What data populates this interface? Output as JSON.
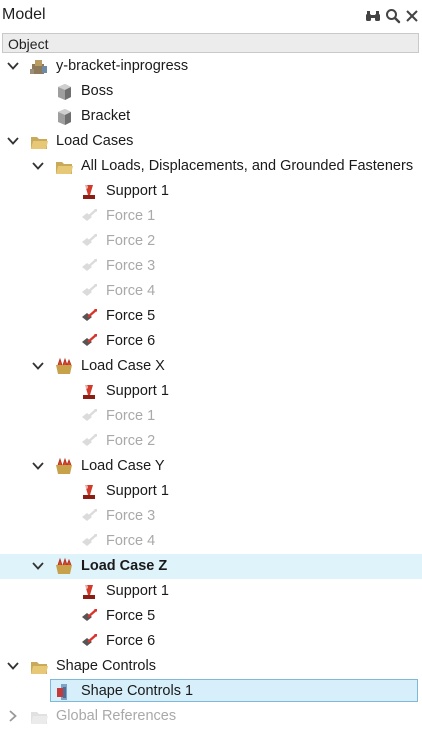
{
  "panel": {
    "title": "Model",
    "toolbar_icons": [
      "binoculars-icon",
      "search-icon",
      "close-icon"
    ]
  },
  "tree_header": {
    "column_label": "Object"
  },
  "tree": [
    {
      "label": "y-bracket-inprogress",
      "depth": 0,
      "chevron": "expanded",
      "icon": "assembly-icon",
      "state": "normal"
    },
    {
      "label": "Boss",
      "depth": 1,
      "chevron": "none",
      "icon": "part-icon",
      "state": "normal"
    },
    {
      "label": "Bracket",
      "depth": 1,
      "chevron": "none",
      "icon": "part-icon",
      "state": "normal"
    },
    {
      "label": "Load Cases",
      "depth": 0,
      "chevron": "expanded",
      "icon": "folder-icon",
      "state": "normal"
    },
    {
      "label": "All Loads, Displacements, and Grounded Fasteners",
      "depth": 1,
      "chevron": "expanded",
      "icon": "folder-icon",
      "state": "normal"
    },
    {
      "label": "Support 1",
      "depth": 2,
      "chevron": "none",
      "icon": "support-icon",
      "state": "normal"
    },
    {
      "label": "Force 1",
      "depth": 2,
      "chevron": "none",
      "icon": "force-icon",
      "state": "disabled"
    },
    {
      "label": "Force 2",
      "depth": 2,
      "chevron": "none",
      "icon": "force-icon",
      "state": "disabled"
    },
    {
      "label": "Force 3",
      "depth": 2,
      "chevron": "none",
      "icon": "force-icon",
      "state": "disabled"
    },
    {
      "label": "Force 4",
      "depth": 2,
      "chevron": "none",
      "icon": "force-icon",
      "state": "disabled"
    },
    {
      "label": "Force 5",
      "depth": 2,
      "chevron": "none",
      "icon": "force-icon",
      "state": "normal"
    },
    {
      "label": "Force 6",
      "depth": 2,
      "chevron": "none",
      "icon": "force-icon",
      "state": "normal"
    },
    {
      "label": "Load Case X",
      "depth": 1,
      "chevron": "expanded",
      "icon": "load-case-icon",
      "state": "normal"
    },
    {
      "label": "Support 1",
      "depth": 2,
      "chevron": "none",
      "icon": "support-icon",
      "state": "normal"
    },
    {
      "label": "Force 1",
      "depth": 2,
      "chevron": "none",
      "icon": "force-icon",
      "state": "disabled"
    },
    {
      "label": "Force 2",
      "depth": 2,
      "chevron": "none",
      "icon": "force-icon",
      "state": "disabled"
    },
    {
      "label": "Load Case Y",
      "depth": 1,
      "chevron": "expanded",
      "icon": "load-case-icon",
      "state": "normal"
    },
    {
      "label": "Support 1",
      "depth": 2,
      "chevron": "none",
      "icon": "support-icon",
      "state": "normal"
    },
    {
      "label": "Force 3",
      "depth": 2,
      "chevron": "none",
      "icon": "force-icon",
      "state": "disabled"
    },
    {
      "label": "Force 4",
      "depth": 2,
      "chevron": "none",
      "icon": "force-icon",
      "state": "disabled"
    },
    {
      "label": "Load Case Z",
      "depth": 1,
      "chevron": "expanded",
      "icon": "load-case-icon",
      "state": "active"
    },
    {
      "label": "Support 1",
      "depth": 2,
      "chevron": "none",
      "icon": "support-icon",
      "state": "normal"
    },
    {
      "label": "Force 5",
      "depth": 2,
      "chevron": "none",
      "icon": "force-icon",
      "state": "normal"
    },
    {
      "label": "Force 6",
      "depth": 2,
      "chevron": "none",
      "icon": "force-icon",
      "state": "normal"
    },
    {
      "label": "Shape Controls",
      "depth": 0,
      "chevron": "expanded",
      "icon": "folder-icon",
      "state": "normal"
    },
    {
      "label": "Shape Controls 1",
      "depth": 1,
      "chevron": "none",
      "icon": "shape-control-icon",
      "state": "selected"
    },
    {
      "label": "Global References",
      "depth": 0,
      "chevron": "collapsed",
      "icon": "folder-icon",
      "state": "disabled"
    }
  ],
  "colors": {
    "selection_fill": "#d6effa",
    "selection_border": "#7fb9d8",
    "active_row_fill": "#dff3fb",
    "disabled_text": "#a9a9a9",
    "header_fill": "#ececec"
  }
}
